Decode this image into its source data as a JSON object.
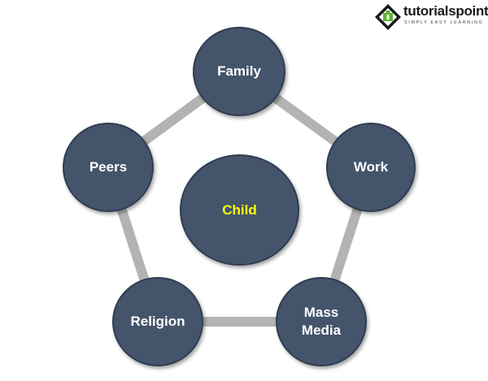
{
  "logo": {
    "name": "tutorialspoint",
    "tagline": "SIMPLY EASY LEARNING"
  },
  "diagram": {
    "center": "Child",
    "nodes": [
      "Family",
      "Work",
      "Mass\nMedia",
      "Religion",
      "Peers"
    ]
  },
  "colors": {
    "node_fill": "#44546a",
    "ring": "#b3b3b3",
    "node_text": "#ffffff",
    "center_text": "#ffff00"
  }
}
